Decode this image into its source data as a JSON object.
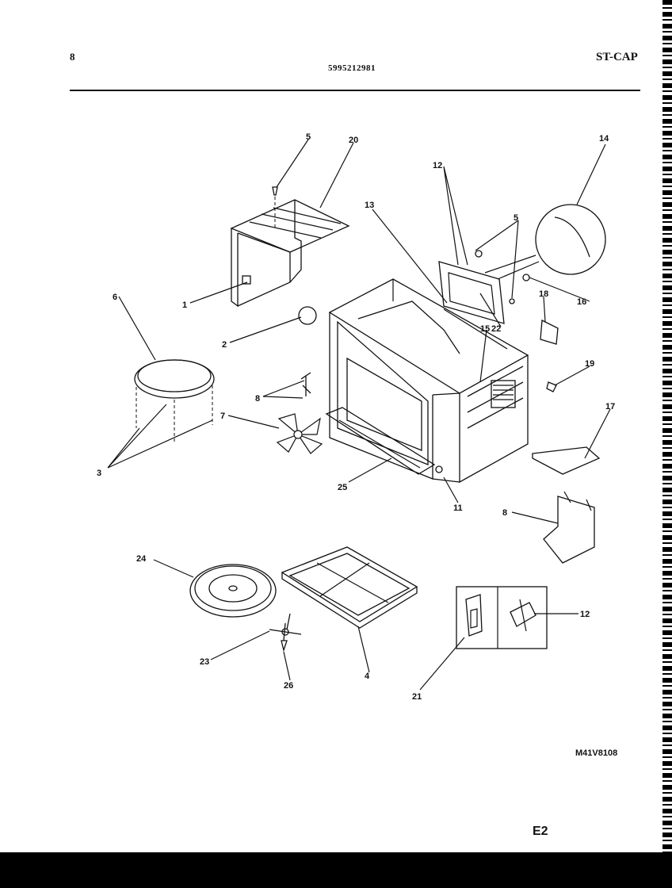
{
  "header": {
    "page_number": "8",
    "document_number": "5995212981",
    "document_code": "ST-CAP"
  },
  "footer": {
    "figure_code": "M41V8108",
    "page_code": "E2"
  },
  "callouts": {
    "c1": "1",
    "c2": "2",
    "c3": "3",
    "c4": "4",
    "c5a": "5",
    "c5b": "5",
    "c6": "6",
    "c7": "7",
    "c8a": "8",
    "c8b": "8",
    "c11": "11",
    "c12a": "12",
    "c12b": "12",
    "c13": "13",
    "c14": "14",
    "c15": "15",
    "c16": "16",
    "c18": "18",
    "c19": "19",
    "c17": "17",
    "c20": "20",
    "c21": "21",
    "c22": "22",
    "c23": "23",
    "c24": "24",
    "c25": "25",
    "c26": "26"
  }
}
